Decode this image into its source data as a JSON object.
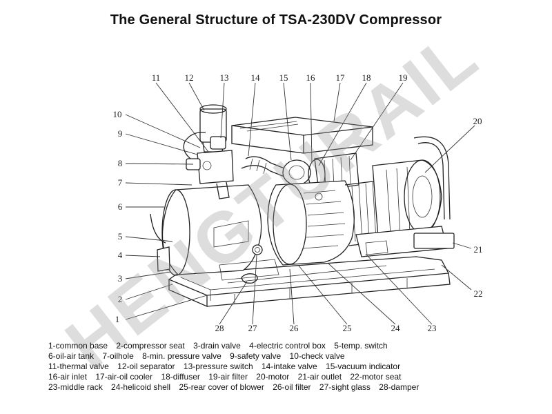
{
  "title": "The General Structure of TSA-230DⅤ  Compressor",
  "watermark": "HENGTURAIL",
  "callouts": [
    "1",
    "2",
    "3",
    "4",
    "5",
    "6",
    "7",
    "8",
    "9",
    "10",
    "11",
    "12",
    "13",
    "14",
    "15",
    "16",
    "17",
    "18",
    "19",
    "20",
    "21",
    "22",
    "23",
    "24",
    "25",
    "26",
    "27",
    "28"
  ],
  "legend": [
    [
      "1-common base",
      "2-compressor seat",
      "3-drain valve",
      "4-electric control box",
      "5-temp. switch"
    ],
    [
      "6-oil-air tank",
      "7-oilhole",
      "8-min. pressure valve",
      "9-safety valve",
      "10-check valve"
    ],
    [
      "11-thermal valve",
      "12-oil separator",
      "13-pressure switch",
      "14-intake valve",
      "15-vacuum indicator"
    ],
    [
      "16-air inlet",
      "17-air-oil cooler",
      "18-diffuser",
      "19-air filter",
      "20-motor",
      "21-air outlet",
      "22-motor seat"
    ],
    [
      "23-middle rack",
      "24-helicoid shell",
      "25-rear cover of blower",
      "26-oil filter",
      "27-sight glass",
      "28-damper"
    ]
  ]
}
